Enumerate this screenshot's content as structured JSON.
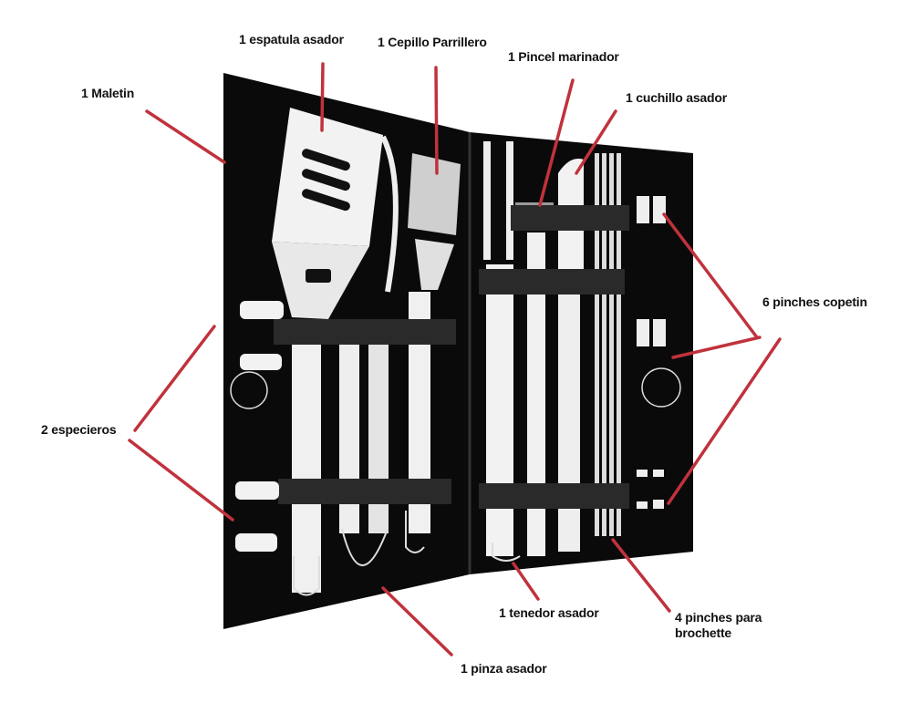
{
  "diagram": {
    "subject": "BBQ tool set in case",
    "line_color": "#c0323c",
    "case_color": "#0a0a0a",
    "tool_color": "#f4f4f4",
    "labels": [
      {
        "id": "maletin",
        "text": "1 Maletin"
      },
      {
        "id": "espatula",
        "text": "1 espatula asador"
      },
      {
        "id": "cepillo",
        "text": "1 Cepillo Parrillero"
      },
      {
        "id": "pincel",
        "text": "1 Pincel marinador"
      },
      {
        "id": "cuchillo",
        "text": "1 cuchillo asador"
      },
      {
        "id": "copetin",
        "text": "6 pinches copetin"
      },
      {
        "id": "especieros",
        "text": "2 especieros"
      },
      {
        "id": "tenedor",
        "text": "1 tenedor asador"
      },
      {
        "id": "brochette",
        "text": "4 pinches para brochette"
      },
      {
        "id": "pinza",
        "text": "1 pinza asador"
      }
    ]
  }
}
